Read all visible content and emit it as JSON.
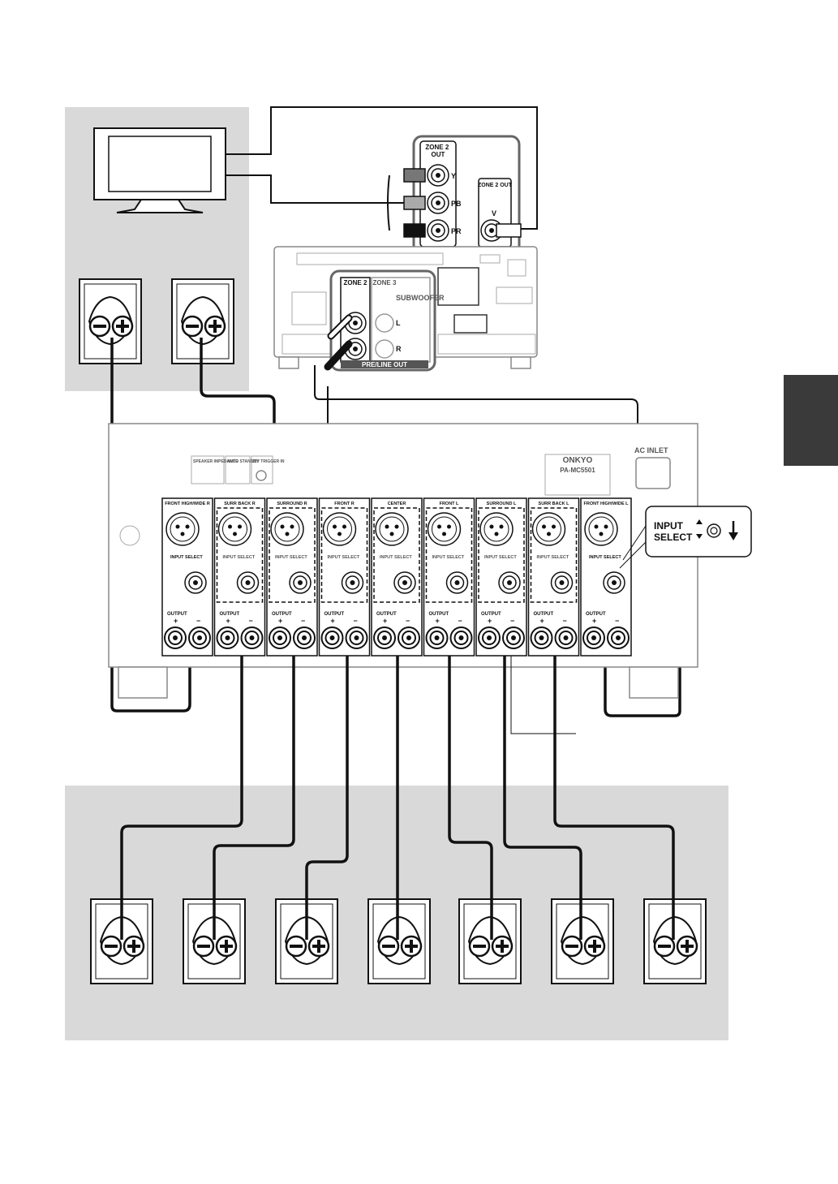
{
  "colors": {
    "panel_bg": "#d9d9d9",
    "side_tab": "#3a3a3a",
    "cable": "#111111",
    "label_bg": "#555555"
  },
  "receiver": {
    "zone2_out_label": "ZONE 2\nOUT",
    "zone2_out_lines": [
      "ZONE 2",
      "OUT"
    ],
    "jack_y": "Y",
    "jack_pb": "PB",
    "jack_pr": "PR",
    "zone2_video_label": "ZONE 2 OUT",
    "jack_v": "V",
    "zone2_label": "ZONE 2",
    "zone3_label": "ZONE 3",
    "subwoofer_label": "SUBWOOFER",
    "jack_l": "L",
    "jack_r": "R",
    "pre_line_out_label": "PRE/LINE OUT"
  },
  "amplifier": {
    "brand": "ONKYO",
    "model": "PA-MC5501",
    "ac_inlet": "AC INLET",
    "speaker_impedance": "SPEAKER IMPEDANCE",
    "auto_standby": "AUTO STANDBY",
    "trigger": "12V TRIGGER IN",
    "channels": [
      "FRONT HIGH/WIDE R",
      "SURR BACK R",
      "SURROUND R",
      "FRONT R",
      "CENTER",
      "FRONT L",
      "SURROUND L",
      "SURR BACK L",
      "FRONT HIGH/WIDE L"
    ],
    "input_select": "INPUT SELECT",
    "output_label": "OUTPUT",
    "plus": "+",
    "minus": "−"
  },
  "callout": {
    "line1": "INPUT",
    "line2": "SELECT"
  }
}
